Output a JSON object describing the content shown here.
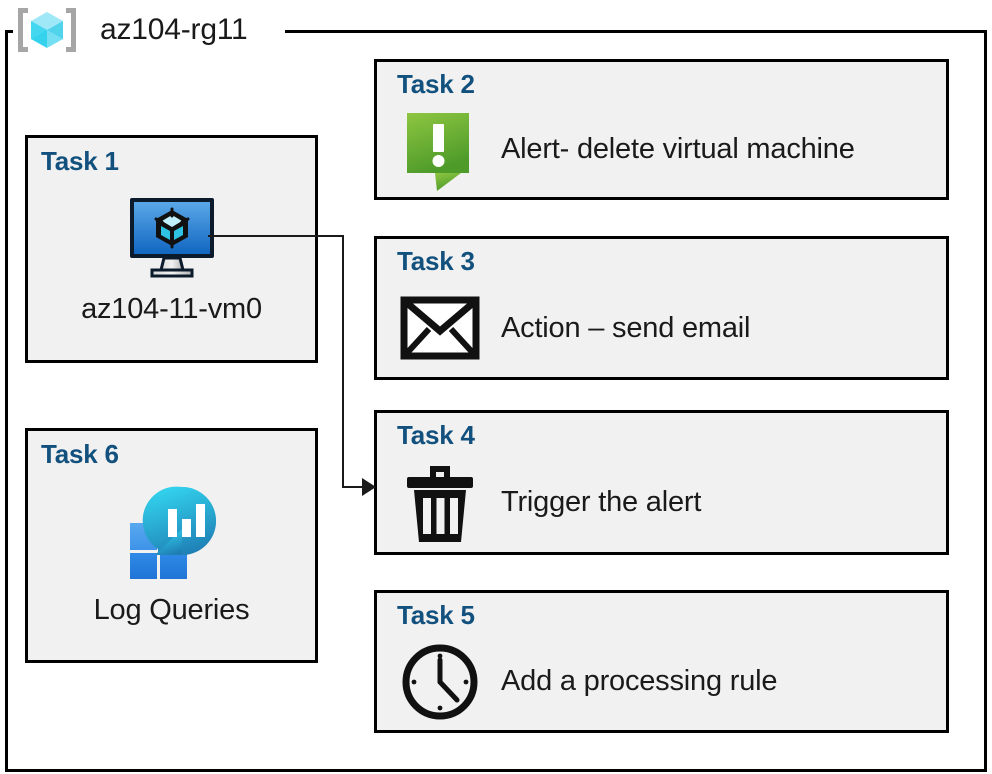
{
  "resource_group": {
    "label": "az104-rg11",
    "icon": "resource-group-cube-icon",
    "border_color": "#000000"
  },
  "colors": {
    "card_background": "#f1f1f1",
    "card_border": "#000000",
    "task_title": "#12507e",
    "label_text": "#1a1a1a",
    "alert_green": "#6cb33f",
    "vm_blue": "#2f86d8",
    "log_cyan": "#2bc4e0",
    "log_blue": "#2b8ce6",
    "connector": "#1a1a1a"
  },
  "cards": [
    {
      "id": "task1",
      "title": "Task 1",
      "label": "az104-11-vm0",
      "icon": "virtual-machine-icon",
      "column": "left"
    },
    {
      "id": "task2",
      "title": "Task 2",
      "label": "Alert- delete virtual machine",
      "icon": "alert-speech-bubble-icon",
      "column": "right"
    },
    {
      "id": "task3",
      "title": "Task 3",
      "label": "Action – send email",
      "icon": "envelope-icon",
      "column": "right"
    },
    {
      "id": "task4",
      "title": "Task 4",
      "label": "Trigger the alert",
      "icon": "trash-can-icon",
      "column": "right"
    },
    {
      "id": "task5",
      "title": "Task 5",
      "label": "Add a processing rule",
      "icon": "clock-icon",
      "column": "right"
    },
    {
      "id": "task6",
      "title": "Task 6",
      "label": "Log Queries",
      "icon": "log-analytics-icon",
      "column": "left"
    }
  ],
  "connector": {
    "from": "task1-virtual-machine-icon",
    "to": "task4",
    "arrow": "arrowhead-right"
  }
}
